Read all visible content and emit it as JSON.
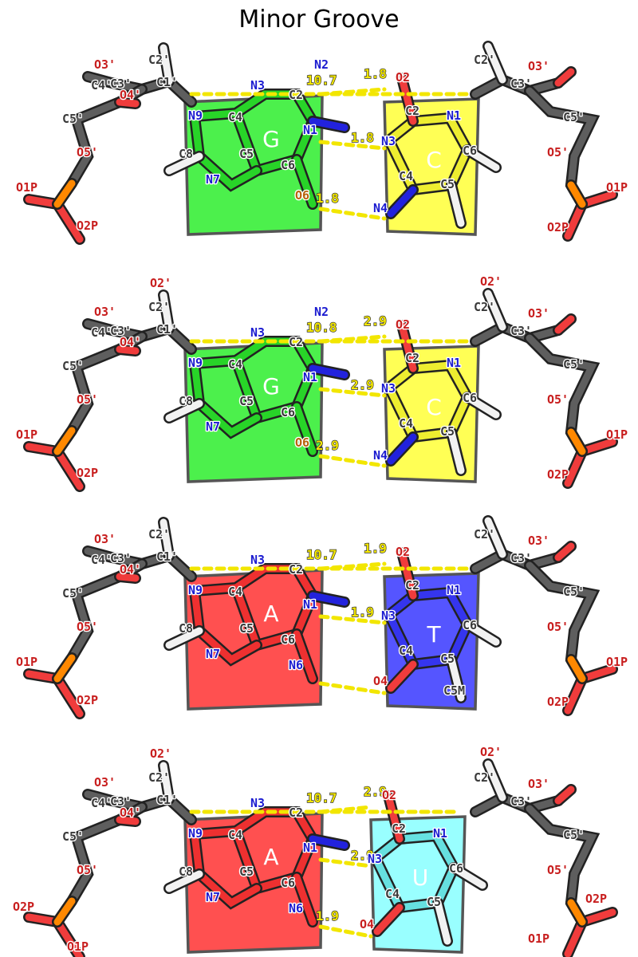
{
  "title": "Minor Groove",
  "colors": {
    "G": "#4cf04c",
    "C": "#ffff55",
    "A": "#ff5050",
    "T": "#5555ff",
    "U": "#99ffff",
    "carbon": "#5e5e5e",
    "hydrogen": "#f2f2f2",
    "oxygen": "#f03c3c",
    "nitrogen": "#2222dd",
    "phosphorus": "#ff8800",
    "hbond": "#f2e600"
  },
  "pairs": [
    {
      "left_base": "G",
      "right_base": "C",
      "left_atoms": [
        "N9",
        "N3",
        "C4",
        "C2",
        "N2",
        "N1",
        "C8",
        "C5",
        "C6",
        "N7",
        "O6"
      ],
      "right_atoms": [
        "O2",
        "C2",
        "N1",
        "N3",
        "C6",
        "C4",
        "C5",
        "N4"
      ],
      "sugar_left": [
        "O3'",
        "C2'",
        "C4'",
        "C3'",
        "C1'",
        "O4'",
        "C5'",
        "O5'",
        "O1P",
        "O2P"
      ],
      "sugar_right": [
        "C2'",
        "O3'",
        "C3'",
        "C5'",
        "O5'",
        "O1P",
        "O2P"
      ],
      "distances": [
        "10.7",
        "1.8",
        "1.8",
        "1.8"
      ]
    },
    {
      "left_base": "G",
      "right_base": "C",
      "left_atoms": [
        "N9",
        "N3",
        "C4",
        "C2",
        "N2",
        "N1",
        "C8",
        "C5",
        "C6",
        "N7",
        "O6"
      ],
      "right_atoms": [
        "O2",
        "C2",
        "N1",
        "N3",
        "C6",
        "C4",
        "C5",
        "N4"
      ],
      "sugar_left": [
        "O2'",
        "O3'",
        "C2'",
        "C4'",
        "C3'",
        "C1'",
        "O4'",
        "C5'",
        "O5'",
        "O1P",
        "O2P"
      ],
      "sugar_right": [
        "O2'",
        "C2'",
        "O3'",
        "C3'",
        "C5'",
        "O5'",
        "O1P",
        "O2P"
      ],
      "distances": [
        "10.8",
        "2.9",
        "2.9",
        "2.9"
      ]
    },
    {
      "left_base": "A",
      "right_base": "T",
      "left_atoms": [
        "N9",
        "N3",
        "C4",
        "C2",
        "N1",
        "C8",
        "C5",
        "C6",
        "N7",
        "N6"
      ],
      "right_atoms": [
        "O2",
        "C2",
        "N1",
        "N3",
        "C6",
        "C4",
        "C5",
        "O4",
        "C5M"
      ],
      "sugar_left": [
        "O3'",
        "C2'",
        "C4'",
        "C3'",
        "C1'",
        "O4'",
        "C5'",
        "O5'",
        "O1P",
        "O2P"
      ],
      "sugar_right": [
        "C2'",
        "O3'",
        "C3'",
        "C5'",
        "O5'",
        "O1P",
        "O2P"
      ],
      "distances": [
        "10.7",
        "1.9",
        "1.9"
      ]
    },
    {
      "left_base": "A",
      "right_base": "U",
      "left_atoms": [
        "N9",
        "N3",
        "C4",
        "C2",
        "N1",
        "C8",
        "C5",
        "C6",
        "N7",
        "N6"
      ],
      "right_atoms": [
        "O2",
        "C2",
        "N1",
        "N3",
        "C6",
        "C4",
        "C5",
        "O4"
      ],
      "sugar_left": [
        "O2'",
        "O3'",
        "C2'",
        "C4'",
        "C3'",
        "C1'",
        "O4'",
        "C5'",
        "O5'",
        "O2P",
        "O1P"
      ],
      "sugar_right": [
        "O2'",
        "C2'",
        "O3'",
        "C3'",
        "C5'",
        "O5'",
        "O2P",
        "O1P"
      ],
      "distances": [
        "10.7",
        "2.9",
        "2.9",
        "1.9"
      ]
    }
  ]
}
